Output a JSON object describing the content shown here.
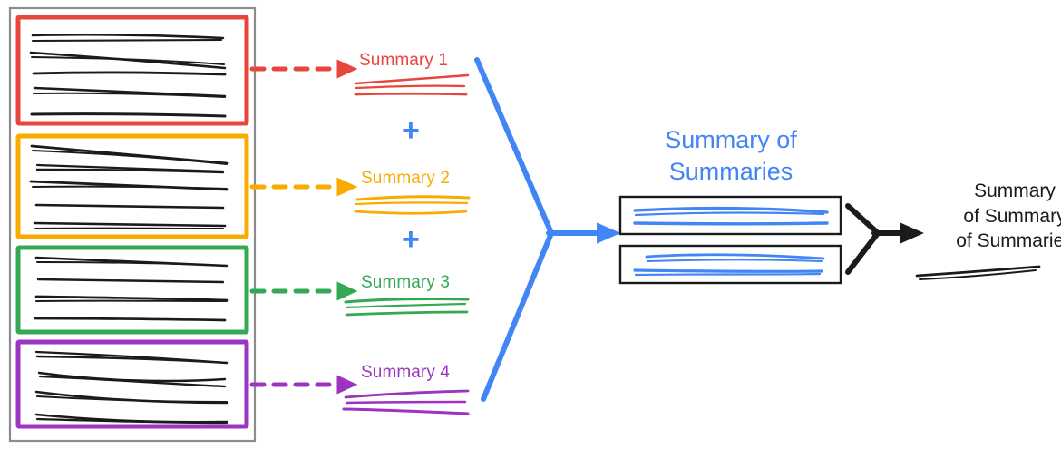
{
  "diagram": {
    "title_visible": false,
    "colors": {
      "red": "#E8453C",
      "orange": "#F9AB00",
      "green": "#34A853",
      "purple": "#9C33C1",
      "blue": "#4285F4",
      "black": "#1B1B1B",
      "gray_container": "#8C8C8C"
    },
    "source_container": {
      "name": "document-collection",
      "groups": [
        {
          "id": "group-1",
          "color_key": "red",
          "color": "#E8453C",
          "line_count": 5
        },
        {
          "id": "group-2",
          "color_key": "orange",
          "color": "#F9AB00",
          "line_count": 5
        },
        {
          "id": "group-3",
          "color_key": "green",
          "color": "#34A853",
          "line_count": 4
        },
        {
          "id": "group-4",
          "color_key": "purple",
          "color": "#9C33C1",
          "line_count": 4
        }
      ]
    },
    "summaries": [
      {
        "id": "summary-1",
        "label": "Summary 1",
        "color": "#E8453C",
        "arrow_color": "#E8453C",
        "line_count": 3
      },
      {
        "id": "summary-2",
        "label": "Summary 2",
        "color": "#F9AB00",
        "arrow_color": "#F9AB00",
        "line_count": 3
      },
      {
        "id": "summary-3",
        "label": "Summary 3",
        "color": "#34A853",
        "arrow_color": "#34A853",
        "line_count": 3
      },
      {
        "id": "summary-4",
        "label": "Summary 4",
        "color": "#9C33C1",
        "arrow_color": "#9C33C1",
        "line_count": 3
      }
    ],
    "plus_signs": [
      {
        "id": "plus-1",
        "symbol": "+",
        "color": "#4285F4"
      },
      {
        "id": "plus-2",
        "symbol": "+",
        "color": "#4285F4"
      }
    ],
    "summary_of_summaries": {
      "label": "Summary of Summaries",
      "label_line_1": "Summary of",
      "label_line_2": "Summaries",
      "color": "#4285F4",
      "boxes": [
        {
          "id": "sos-box-1",
          "line_count": 2,
          "line_color": "#4285F4"
        },
        {
          "id": "sos-box-2",
          "line_count": 2,
          "line_color": "#4285F4"
        }
      ]
    },
    "final_summary": {
      "label": "Summary of Summary of Summaries",
      "label_line_1": "Summary",
      "label_line_2": "of Summary",
      "label_line_3": "of Summaries",
      "color": "#1B1B1B",
      "line_count": 1
    },
    "connectors": [
      {
        "id": "dashed-arrow-1",
        "style": "dashed",
        "color": "#E8453C",
        "from": "group-1",
        "to": "summary-1"
      },
      {
        "id": "dashed-arrow-2",
        "style": "dashed",
        "color": "#F9AB00",
        "from": "group-2",
        "to": "summary-2"
      },
      {
        "id": "dashed-arrow-3",
        "style": "dashed",
        "color": "#34A853",
        "from": "group-3",
        "to": "summary-3"
      },
      {
        "id": "dashed-arrow-4",
        "style": "dashed",
        "color": "#9C33C1",
        "from": "group-4",
        "to": "summary-4"
      },
      {
        "id": "merge-arrow-blue",
        "style": "solid-merge",
        "color": "#4285F4",
        "from": "summaries",
        "to": "summary-of-summaries"
      },
      {
        "id": "merge-arrow-black",
        "style": "solid-merge",
        "color": "#1B1B1B",
        "from": "summary-of-summaries",
        "to": "final-summary"
      }
    ]
  }
}
